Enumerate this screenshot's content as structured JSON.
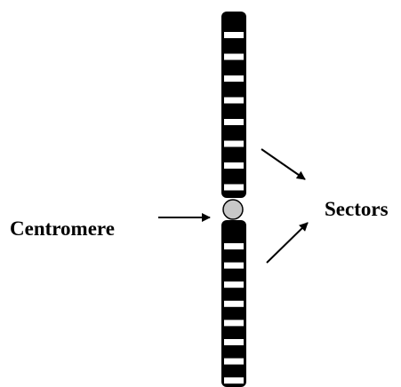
{
  "labels": {
    "centromere": "Centromere",
    "sectors": "Sectors"
  },
  "chromosome": {
    "upper_arm_light_bands": 8,
    "lower_arm_light_bands": 8,
    "colors": {
      "arm": "#000000",
      "band": "#ffffff",
      "centromere_fill": "#c8c8c8",
      "centromere_stroke": "#000000",
      "arrow": "#000000"
    }
  }
}
